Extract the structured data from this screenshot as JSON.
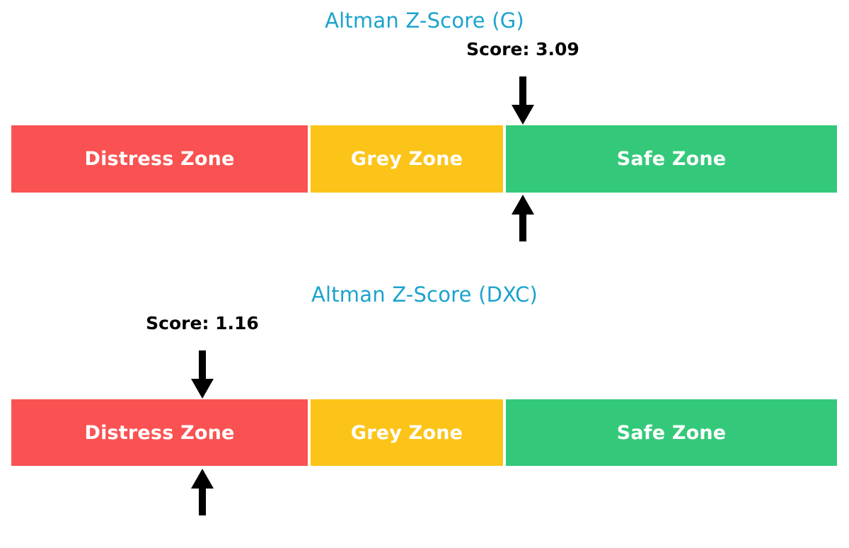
{
  "chart_data": [
    {
      "type": "bar",
      "orientation": "horizontal-stacked",
      "title": "Altman Z-Score (G)",
      "title_color": "#1ba3cd",
      "score_label": "Score: 3.09",
      "score_value": 3.09,
      "marker_position_pct": 60.2,
      "categories": [
        "Distress Zone",
        "Grey Zone",
        "Safe Zone"
      ],
      "values": [
        36.0,
        23.6,
        40.4
      ],
      "colors": [
        "#fa5252",
        "#fcc419",
        "#34c97a"
      ],
      "marker_arrows": [
        "down-arrow",
        "up-arrow"
      ],
      "xlabel": "",
      "ylabel": "",
      "grid": false,
      "legend": "none"
    },
    {
      "type": "bar",
      "orientation": "horizontal-stacked",
      "title": "Altman Z-Score (DXC)",
      "title_color": "#1ba3cd",
      "score_label": "Score: 1.16",
      "score_value": 1.16,
      "marker_position_pct": 23.2,
      "categories": [
        "Distress Zone",
        "Grey Zone",
        "Safe Zone"
      ],
      "values": [
        36.0,
        23.6,
        40.4
      ],
      "colors": [
        "#fa5252",
        "#fcc419",
        "#34c97a"
      ],
      "marker_arrows": [
        "down-arrow",
        "up-arrow"
      ],
      "xlabel": "",
      "ylabel": "",
      "grid": false,
      "legend": "none"
    }
  ],
  "panels": [
    {
      "title": "Altman Z-Score (G)",
      "score_label": "Score: 3.09",
      "zones": [
        {
          "label": "Distress Zone",
          "color": "#fa5252"
        },
        {
          "label": "Grey Zone",
          "color": "#fcc419"
        },
        {
          "label": "Safe Zone",
          "color": "#34c97a"
        }
      ]
    },
    {
      "title": "Altman Z-Score (DXC)",
      "score_label": "Score: 1.16",
      "zones": [
        {
          "label": "Distress Zone",
          "color": "#fa5252"
        },
        {
          "label": "Grey Zone",
          "color": "#fcc419"
        },
        {
          "label": "Safe Zone",
          "color": "#34c97a"
        }
      ]
    }
  ],
  "theme": {
    "background": "#ffffff",
    "title_color": "#1ba3cd",
    "score_color": "#000000",
    "arrow_color": "#000000",
    "zone_text_color": "#ffffff"
  }
}
